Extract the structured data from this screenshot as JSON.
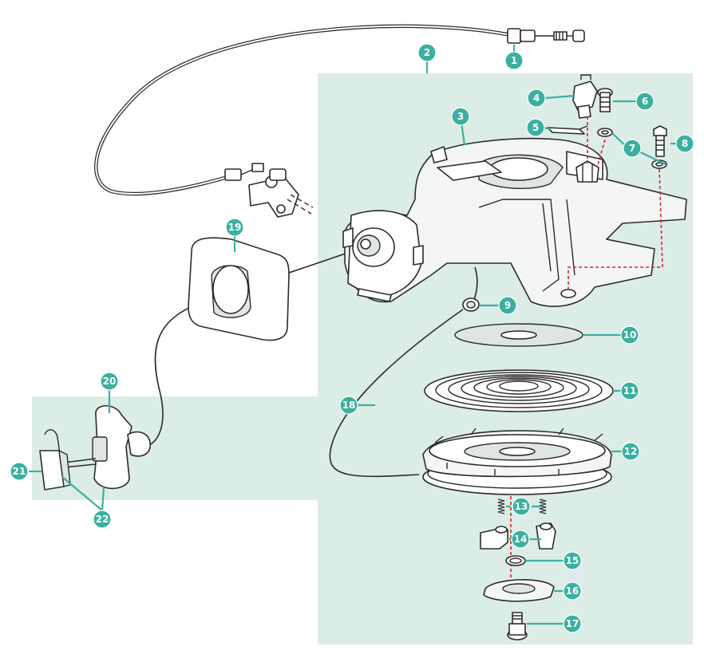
{
  "diagram": {
    "background_color": "#ffffff",
    "panel_color": "#dcece7",
    "callout_color": "#3bb0a0",
    "callout_text_color": "#ffffff",
    "callouts": [
      {
        "id": "c1",
        "label": "1"
      },
      {
        "id": "c2",
        "label": "2"
      },
      {
        "id": "c3",
        "label": "3"
      },
      {
        "id": "c4",
        "label": "4"
      },
      {
        "id": "c5",
        "label": "5"
      },
      {
        "id": "c6",
        "label": "6"
      },
      {
        "id": "c7",
        "label": "7"
      },
      {
        "id": "c8",
        "label": "8"
      },
      {
        "id": "c9",
        "label": "9"
      },
      {
        "id": "c10",
        "label": "10"
      },
      {
        "id": "c11",
        "label": "11"
      },
      {
        "id": "c12",
        "label": "12"
      },
      {
        "id": "c13",
        "label": "13"
      },
      {
        "id": "c14",
        "label": "14"
      },
      {
        "id": "c15",
        "label": "15"
      },
      {
        "id": "c16",
        "label": "16"
      },
      {
        "id": "c17",
        "label": "17"
      },
      {
        "id": "c18",
        "label": "18"
      },
      {
        "id": "c19",
        "label": "19"
      },
      {
        "id": "c20",
        "label": "20"
      },
      {
        "id": "c21",
        "label": "21"
      },
      {
        "id": "c22",
        "label": "22"
      }
    ]
  }
}
